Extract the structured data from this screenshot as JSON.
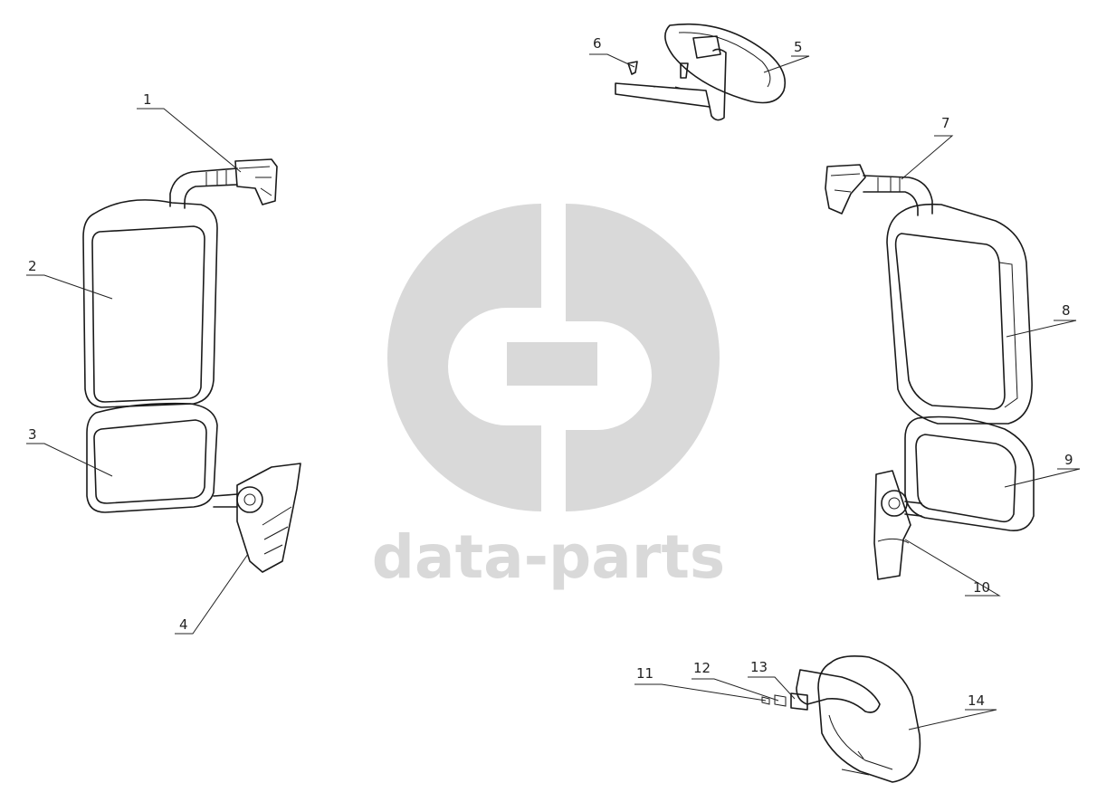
{
  "watermark": {
    "text": "data-parts",
    "color": "#d9d9d9"
  },
  "callouts": [
    "1",
    "2",
    "3",
    "4",
    "5",
    "6",
    "7",
    "8",
    "9",
    "10",
    "11",
    "12",
    "13",
    "14"
  ]
}
